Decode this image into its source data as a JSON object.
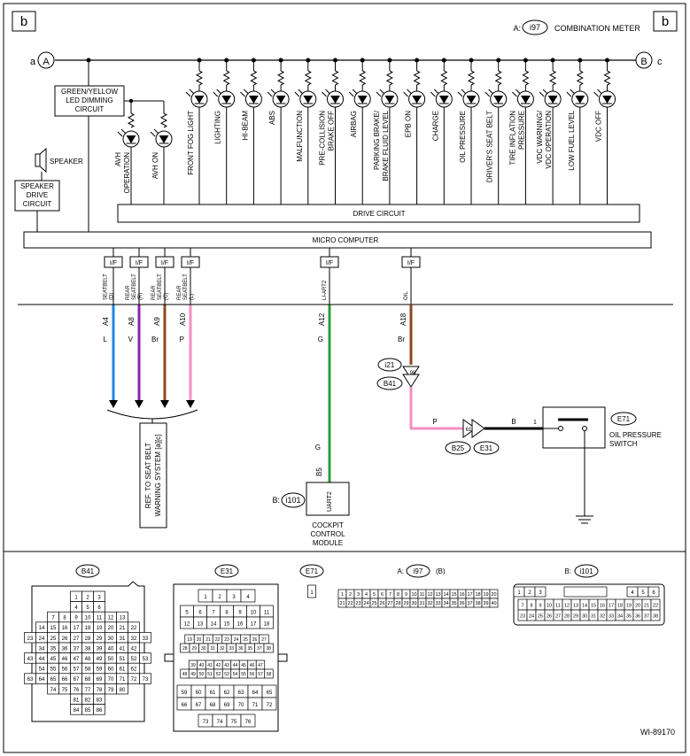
{
  "page": {
    "corner_tag_left": "b",
    "corner_tag_right": "b",
    "connector_ref_prefix": "A:",
    "connector_ref": "i97",
    "connector_ref_label": "COMBINATION METER",
    "bus_left_label": "a",
    "bus_left_node": "A",
    "bus_right_node": "B",
    "bus_right_label": "c",
    "figure_id": "WI-89170"
  },
  "blocks": {
    "dimming": [
      "GREEN/YELLOW",
      "LED DIMMING",
      "CIRCUIT"
    ],
    "speaker": "SPEAKER",
    "speaker_drive": [
      "SPEAKER",
      "DRIVE",
      "CIRCUIT"
    ],
    "drive_circuit": "DRIVE CIRCUIT",
    "micro_computer": "MICRO COMPUTER",
    "interface": "I/F"
  },
  "indicators_left": [
    {
      "label": [
        "AVH",
        "OPERATION"
      ]
    },
    {
      "label": [
        "AVH ON"
      ]
    }
  ],
  "indicators": [
    {
      "label": [
        "FRONT FOG LIGHT"
      ]
    },
    {
      "label": [
        "LIGHTING"
      ]
    },
    {
      "label": [
        "HI-BEAM"
      ]
    },
    {
      "label": [
        "ABS"
      ]
    },
    {
      "label": [
        "MALFUNCTION"
      ]
    },
    {
      "label": [
        "PRE-COLLISION",
        "BRAKE OFF"
      ]
    },
    {
      "label": [
        "AIRBAG"
      ]
    },
    {
      "label": [
        "PARKING BRAKE/",
        "BRAKE FLUID LEVEL"
      ]
    },
    {
      "label": [
        "EPB ON"
      ]
    },
    {
      "label": [
        "CHARGE"
      ]
    },
    {
      "label": [
        "OIL PRESSURE"
      ]
    },
    {
      "label": [
        "DRIVER'S SEAT BELT"
      ]
    },
    {
      "label": [
        "TIRE INFLATION",
        "PRESSURE"
      ]
    },
    {
      "label": [
        "VDC WARNING/",
        "VDC OPERATION"
      ]
    },
    {
      "label": [
        "LOW FUEL LEVEL"
      ]
    },
    {
      "label": [
        "VDC OFF"
      ]
    }
  ],
  "wires": [
    {
      "signal": [
        "SEATBELT",
        "(D)"
      ],
      "pin": "A4",
      "color_code": "L",
      "color": "#1e88e5"
    },
    {
      "signal": [
        "REAR",
        "SEATBELT",
        "(R)"
      ],
      "pin": "A8",
      "color_code": "V",
      "color": "#8e24aa"
    },
    {
      "signal": [
        "REAR",
        "SEATBELT",
        "(C)"
      ],
      "pin": "A9",
      "color_code": "Br",
      "color": "#8d4a1c"
    },
    {
      "signal": [
        "REAR",
        "SEATBELT",
        "(L)"
      ],
      "pin": "A10",
      "color_code": "P",
      "color": "#f48fc1"
    },
    {
      "signal": [
        "LI-ART2"
      ],
      "pin": "A12",
      "color_code": "G",
      "color": "#2e9e3e"
    },
    {
      "signal": [
        "OIL"
      ],
      "pin": "A18",
      "color_code": "Br",
      "color": "#8d4a1c"
    }
  ],
  "seatbelt_ref": [
    "REF. TO SEAT BELT",
    "WARNING SYSTEM [a][c]"
  ],
  "cockpit": {
    "wire_color_code": "G",
    "pin": "B5",
    "prefix": "B:",
    "connector": "i101",
    "port_label": "UART2",
    "name": [
      "COCKPIT",
      "CONTROL",
      "MODULE"
    ]
  },
  "oil_circuit": {
    "conn_i21": "i21",
    "conn_b41": "B41",
    "pin_98": "98",
    "wire_p": "P",
    "pin_61": "61",
    "conn_b25": "B25",
    "conn_e31": "E31",
    "wire_b": "B",
    "pin_1": "1",
    "switch_conn": "E71",
    "switch_name": [
      "OIL PRESSURE",
      "SWITCH"
    ]
  },
  "connector_views": {
    "b41": {
      "title": "B41",
      "rows": [
        [
          "1",
          "2",
          "3"
        ],
        [
          "4",
          "5",
          "6"
        ],
        [
          "7",
          "8",
          "9",
          "10",
          "11",
          "12",
          "13"
        ],
        [
          "14",
          "15",
          "16",
          "17",
          "18",
          "19",
          "20",
          "21",
          "22"
        ],
        [
          "23",
          "24",
          "25",
          "26",
          "27",
          "28",
          "29",
          "30",
          "31",
          "32",
          "33"
        ],
        [
          "34",
          "35",
          "36",
          "37",
          "38",
          "39",
          "40",
          "41",
          "42"
        ],
        [
          "43",
          "44",
          "45",
          "46",
          "47",
          "48",
          "49",
          "50",
          "51",
          "52",
          "53"
        ],
        [
          "54",
          "55",
          "56",
          "57",
          "58",
          "59",
          "60",
          "61",
          "62"
        ],
        [
          "63",
          "64",
          "65",
          "66",
          "67",
          "68",
          "69",
          "70",
          "71",
          "72",
          "73"
        ],
        [
          "74",
          "75",
          "76",
          "77",
          "78",
          "79",
          "80"
        ],
        [
          "81",
          "82",
          "83"
        ],
        [
          "84",
          "85",
          "86"
        ]
      ]
    },
    "e31": {
      "title": "E31",
      "rows": [
        [
          "1",
          "2",
          "3",
          "4"
        ],
        [
          "5",
          "6",
          "7",
          "8",
          "9",
          "10",
          "11"
        ],
        [
          "12",
          "13",
          "14",
          "15",
          "16",
          "17",
          "18"
        ],
        [
          "19",
          "20",
          "21",
          "22",
          "23",
          "24",
          "25",
          "26",
          "27"
        ],
        [
          "28",
          "29",
          "30",
          "31",
          "32",
          "33",
          "36",
          "35",
          "37",
          "38"
        ],
        [
          "39",
          "40",
          "41",
          "42",
          "43",
          "44",
          "45",
          "46",
          "47"
        ],
        [
          "48",
          "49",
          "50",
          "51",
          "52",
          "53",
          "54",
          "55",
          "56",
          "57",
          "58"
        ],
        [
          "59",
          "60",
          "61",
          "62",
          "63",
          "64",
          "65"
        ],
        [
          "66",
          "67",
          "68",
          "69",
          "70",
          "71",
          "72"
        ],
        [
          "73",
          "74",
          "75",
          "76"
        ]
      ]
    },
    "e71": {
      "title": "E71",
      "rows": [
        [
          "1"
        ]
      ]
    },
    "i97": {
      "prefix": "A:",
      "title": "i97",
      "suffix": "(B)",
      "rows": [
        [
          "1",
          "2",
          "3",
          "4",
          "5",
          "6",
          "7",
          "8",
          "9",
          "10",
          "11",
          "12",
          "13",
          "14",
          "15",
          "16",
          "17",
          "18",
          "19",
          "20"
        ],
        [
          "21",
          "22",
          "23",
          "24",
          "25",
          "26",
          "27",
          "28",
          "29",
          "30",
          "31",
          "32",
          "33",
          "34",
          "35",
          "36",
          "37",
          "38",
          "39",
          "40"
        ]
      ]
    },
    "i101": {
      "prefix": "B:",
      "title": "i101",
      "rows": [
        [
          "1",
          "2",
          "3",
          "",
          "4",
          "5",
          "6"
        ],
        [
          "7",
          "8",
          "9",
          "10",
          "11",
          "12",
          "13",
          "14",
          "15",
          "16",
          "17",
          "18",
          "19",
          "20",
          "21",
          "22"
        ],
        [
          "23",
          "24",
          "25",
          "26",
          "27",
          "28",
          "29",
          "30",
          "31",
          "32",
          "33",
          "34",
          "35",
          "36",
          "37",
          "38"
        ]
      ]
    }
  }
}
